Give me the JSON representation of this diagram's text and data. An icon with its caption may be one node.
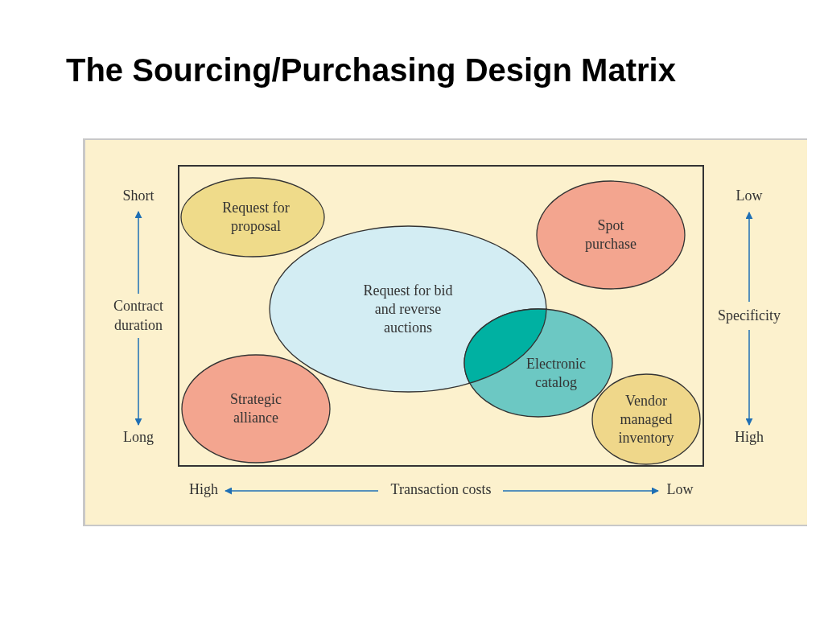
{
  "diagram": {
    "title": "The Sourcing/Purchasing Design Matrix",
    "nodes": [
      {
        "text": [],
        "shape": "box"
      },
      {
        "text": [
          "Request for proposal"
        ],
        "in": 0
      },
      {
        "text": [
          "Spot purchase"
        ],
        "in": 0
      },
      {
        "text": [
          "Request for bid and reverse auctions"
        ],
        "in": 0
      },
      {
        "text": [
          "Electronic catalog"
        ],
        "in": 0
      },
      {
        "text": [
          "Strategic alliance"
        ],
        "in": 0
      },
      {
        "text": [
          "Vendor managed inventory"
        ],
        "in": 0
      }
    ],
    "labels": [
      "Short",
      "Low",
      "Contract duration",
      "Specificity",
      "Long",
      "High",
      "High",
      "Transaction costs",
      "Low"
    ]
  }
}
